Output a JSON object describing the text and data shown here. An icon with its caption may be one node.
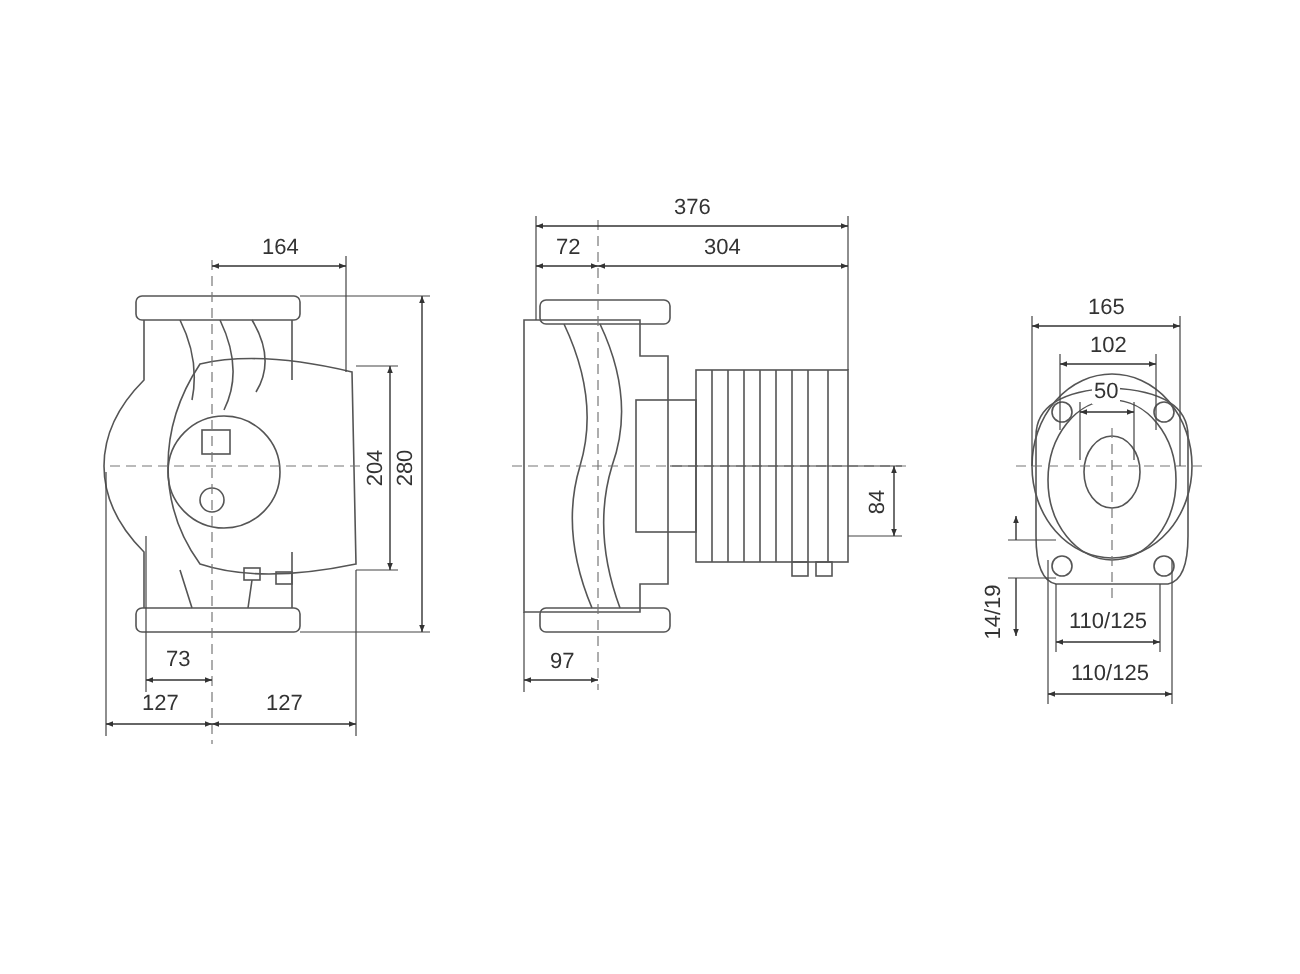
{
  "diagram": {
    "labels": [
      "376",
      "164",
      "72",
      "304",
      "165",
      "102",
      "50",
      "204",
      "280",
      "84",
      "14/19",
      "110/125",
      "73",
      "110/125",
      "97",
      "127",
      "127"
    ]
  }
}
